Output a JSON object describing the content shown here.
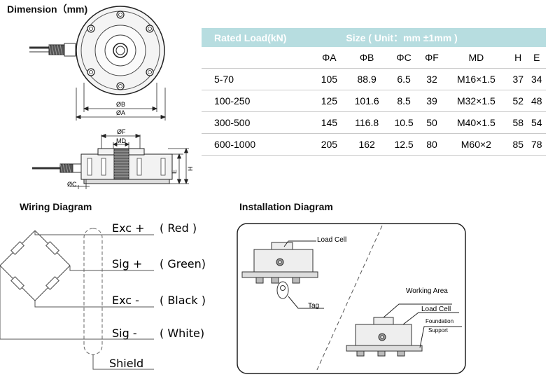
{
  "dimension_title": "Dimension（mm)",
  "wiring_title": "Wiring Diagram",
  "installation_title": "Installation Diagram",
  "table": {
    "header_left": "Rated Load(kN)",
    "header_right": "Size ( Unit：mm ±1mm )",
    "columns": [
      "",
      "ΦA",
      "ΦB",
      "ΦC",
      "ΦF",
      "MD",
      "H",
      "E"
    ],
    "rows": [
      [
        "5-70",
        "105",
        "88.9",
        "6.5",
        "32",
        "M16×1.5",
        "37",
        "34"
      ],
      [
        "100-250",
        "125",
        "101.6",
        "8.5",
        "39",
        "M32×1.5",
        "52",
        "48"
      ],
      [
        "300-500",
        "145",
        "116.8",
        "10.5",
        "50",
        "M40×1.5",
        "58",
        "54"
      ],
      [
        "600-1000",
        "205",
        "162",
        "12.5",
        "80",
        "M60×2",
        "85",
        "78"
      ]
    ]
  },
  "drawing_labels": {
    "phi_b": "ØB",
    "phi_a": "ØA",
    "phi_f": "ØF",
    "md": "MD",
    "phi_c": "ØC",
    "h": "H",
    "e": "E"
  },
  "wiring": {
    "wires": [
      {
        "name": "Exc +",
        "color": "( Red )"
      },
      {
        "name": "Sig +",
        "color": "( Green)"
      },
      {
        "name": "Exc -",
        "color": "( Black )"
      },
      {
        "name": "Sig -",
        "color": "( White)"
      }
    ],
    "shield": "Shield"
  },
  "installation": {
    "load_cell_1": "Load Cell",
    "tag": "Tag",
    "working_area": "Working Area",
    "load_cell_2": "Load Cell",
    "foundation_support_line1": "Foundation",
    "foundation_support_line2": "Support"
  }
}
